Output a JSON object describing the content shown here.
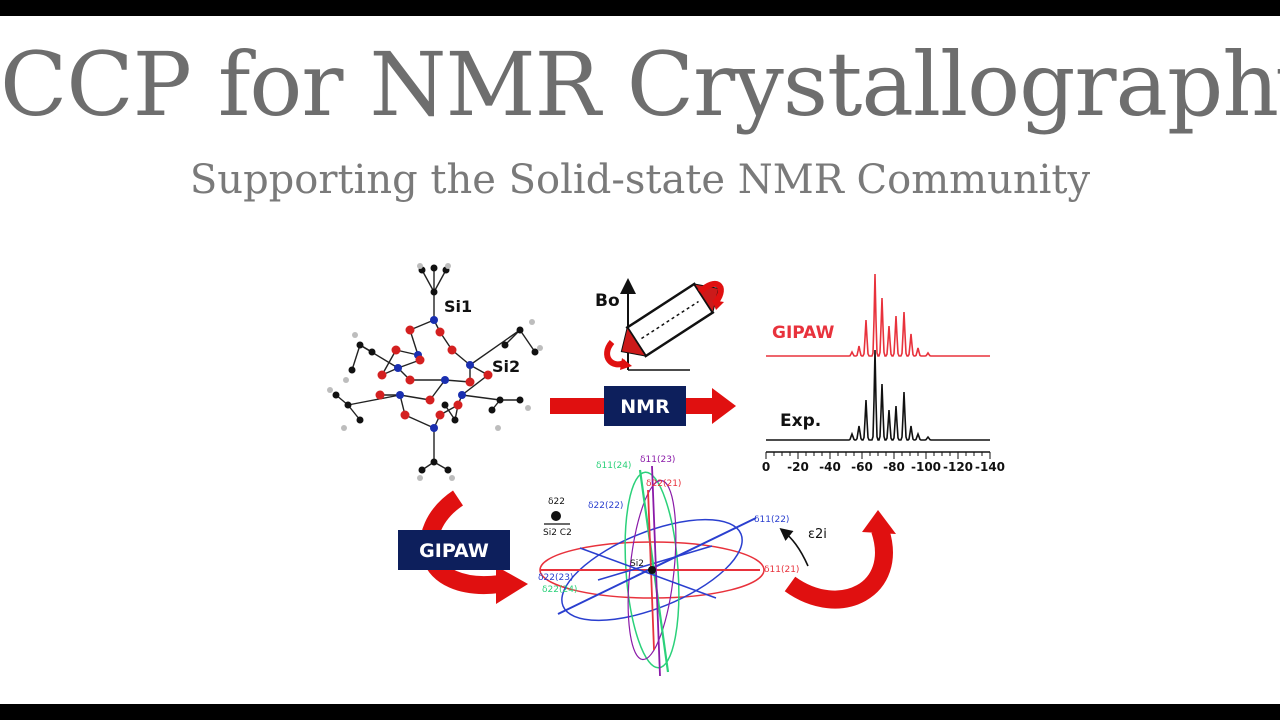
{
  "slide": {
    "title": "CCP for NMR Crystallography",
    "subtitle": "Supporting the Solid-state NMR Community"
  },
  "figure": {
    "molecule_labels": [
      "Si1",
      "Si2"
    ],
    "nmr_arrow_label": "NMR",
    "gipaw_box_label": "GIPAW",
    "field_label": "Bo",
    "spectrum": {
      "gipaw_label": "GIPAW",
      "exp_label": "Exp.",
      "axis_ticks": [
        "0",
        "-20",
        "-40",
        "-60",
        "-80",
        "-100",
        "-120",
        "-140"
      ],
      "gipaw_color": "#e8323c",
      "exp_color": "#111111"
    },
    "tensor": {
      "center_label": "Si2",
      "angle_label": "ε2i",
      "legend_top": "δ22",
      "legend_bottom": "Si2 C2",
      "axis_labels": [
        "δ11(23)",
        "δ11(24)",
        "δ22(21)",
        "δ22(22)",
        "δ11(22)",
        "δ11(21)",
        "δ22(23)",
        "δ22(24)"
      ]
    },
    "colors": {
      "arrow_red": "#e01010",
      "box_navy": "#0d1f5c",
      "oxygen": "#d42020",
      "silicon": "#1a2fb0",
      "carbon": "#111111"
    }
  }
}
